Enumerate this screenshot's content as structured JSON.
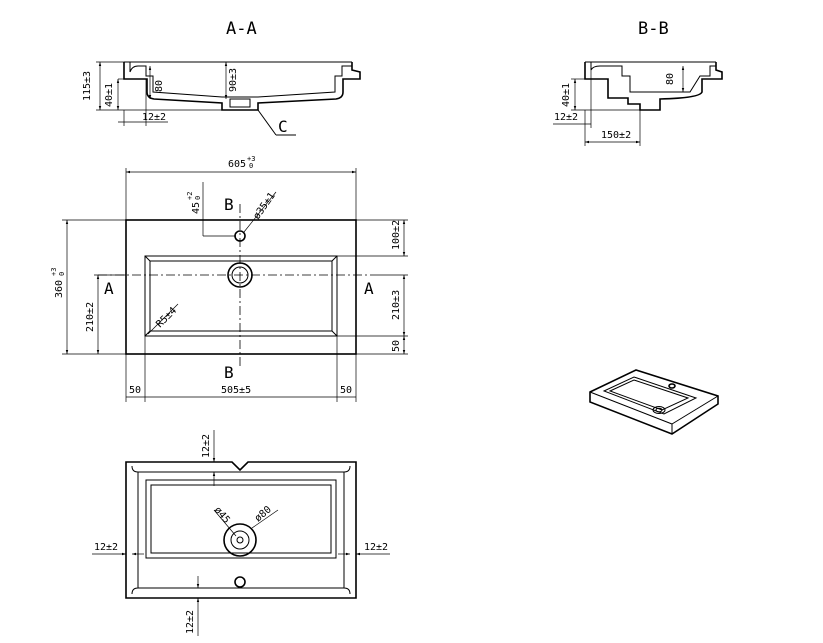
{
  "sections": {
    "aa_title": "A-A",
    "bb_title": "B-B"
  },
  "section_aa": {
    "dim_total_height": "115±3",
    "dim_rim_height": "40±1",
    "dim_bowl_depth": "80",
    "dim_drain_depth": "90±3",
    "dim_rim_width": "12±2",
    "detail_label": "C"
  },
  "section_bb": {
    "dim_rim_height": "40±1",
    "dim_bowl_depth": "80",
    "dim_rim_width": "12±2",
    "dim_offset": "150±2"
  },
  "top_view": {
    "dim_width": "605",
    "dim_width_tol_upper": "+3",
    "dim_width_tol_lower": "0",
    "dim_depth": "360",
    "dim_depth_tol_upper": "+3",
    "dim_depth_tol_lower": "0",
    "dim_tap_offset": "45",
    "dim_tap_tol_upper": "+2",
    "dim_tap_tol_lower": "0",
    "dim_tap_hole": "ø35±1",
    "dim_back_rim": "100±2",
    "dim_drain_from_front": "210±3",
    "dim_front_rim": "50",
    "dim_drain_left": "210±2",
    "dim_corner_radius": "R5±4",
    "dim_left_rim": "50",
    "dim_bowl_width": "505±5",
    "dim_right_rim": "50",
    "label_a_left": "A",
    "label_a_right": "A",
    "label_b_top": "B",
    "label_b_bottom": "B"
  },
  "bottom_view": {
    "dim_top_offset": "12±2",
    "dim_left_offset": "12±2",
    "dim_right_offset": "12±2",
    "dim_bottom_offset": "12±2",
    "dim_drain_inner": "ø45",
    "dim_drain_outer": "ø80"
  }
}
